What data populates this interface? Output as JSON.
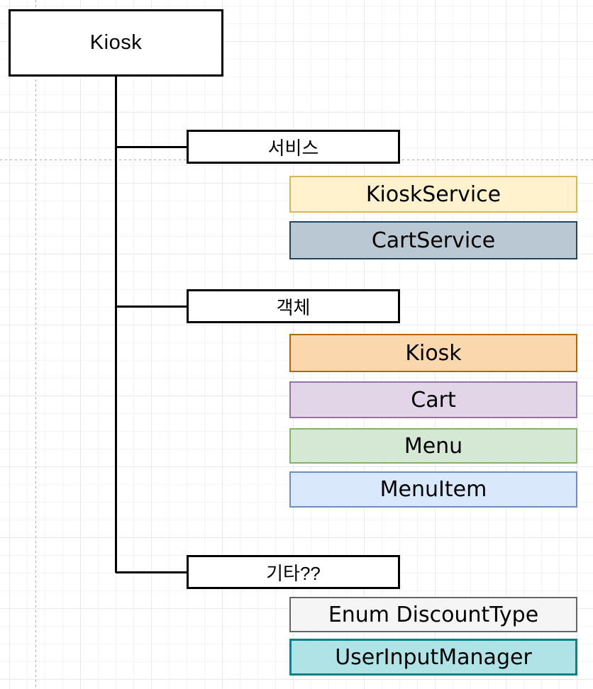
{
  "diagram": {
    "title_node": {
      "label": "Kiosk",
      "fill": "#FFFFFF",
      "stroke": "#000000"
    },
    "branches": [
      {
        "label": "서비스",
        "fill": "#FFFFFF",
        "stroke": "#000000",
        "children": [
          {
            "label": "KioskService",
            "fill": "#FFF2CC",
            "stroke": "#D6B656"
          },
          {
            "label": "CartService",
            "fill": "#BAC8D3",
            "stroke": "#23445D"
          }
        ]
      },
      {
        "label": "객체",
        "fill": "#FFFFFF",
        "stroke": "#000000",
        "children": [
          {
            "label": "Kiosk",
            "fill": "#FAD7AC",
            "stroke": "#B46504"
          },
          {
            "label": "Cart",
            "fill": "#E1D5E7",
            "stroke": "#9673A6"
          },
          {
            "label": "Menu",
            "fill": "#D5E8D4",
            "stroke": "#82B366"
          },
          {
            "label": "MenuItem",
            "fill": "#DAE8FC",
            "stroke": "#6C8EBF"
          }
        ]
      },
      {
        "label": "기타??",
        "fill": "#FFFFFF",
        "stroke": "#000000",
        "children": [
          {
            "label": "Enum DiscountType",
            "fill": "#F5F5F5",
            "stroke": "#666666"
          },
          {
            "label": "UserInputManager",
            "fill": "#B0E3E6",
            "stroke": "#0E8088"
          }
        ]
      }
    ],
    "connector_color": "#000000",
    "grid": {
      "minor_color": "#F4F4F4",
      "major_color": "#E9E9E9",
      "page_guide_color": "#ABABAB"
    }
  }
}
